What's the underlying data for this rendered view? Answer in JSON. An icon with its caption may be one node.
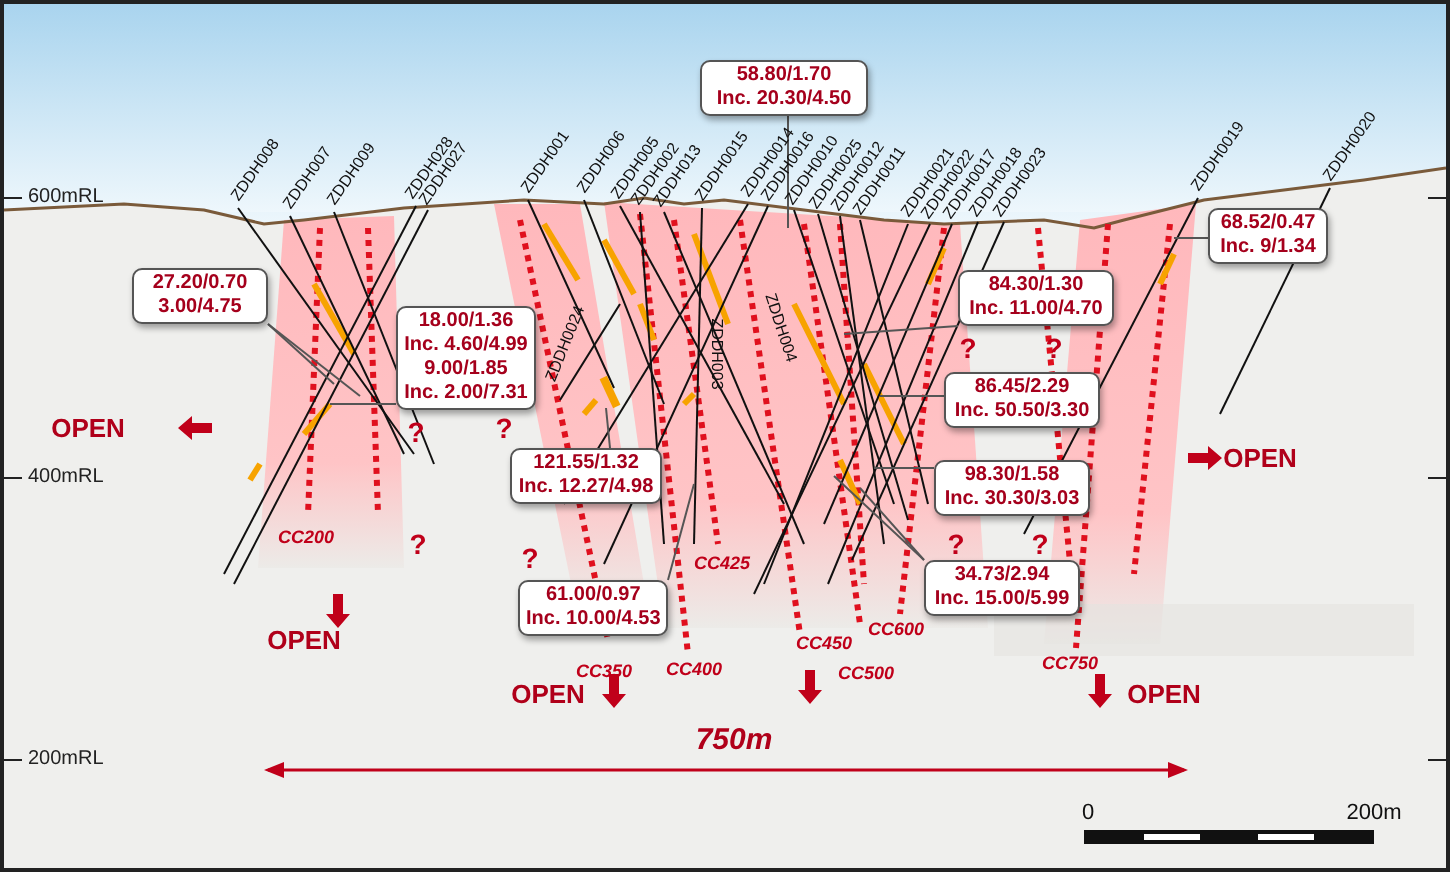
{
  "diagram": {
    "nodes": [
      {
        "text": [
          "58.80/1.70",
          "Inc. 20.30/4.50"
        ]
      },
      {
        "text": [
          "27.20/0.70",
          "3.00/4.75"
        ]
      },
      {
        "text": [
          "68.52/0.47",
          "Inc. 9/1.34"
        ]
      },
      {
        "text": [
          "84.30/1.30",
          "Inc. 11.00/4.70"
        ]
      },
      {
        "text": [
          "18.00/1.36",
          "Inc. 4.60/4.99",
          "9.00/1.85",
          "Inc. 2.00/7.31"
        ]
      },
      {
        "text": [
          "86.45/2.29",
          "Inc. 50.50/3.30"
        ]
      },
      {
        "text": [
          "121.55/1.32",
          "Inc. 12.27/4.98"
        ]
      },
      {
        "text": [
          "98.30/1.58",
          "Inc. 30.30/3.03"
        ]
      },
      {
        "text": [
          "34.73/2.94",
          "Inc. 15.00/5.99"
        ]
      },
      {
        "text": [
          "61.00/0.97",
          "Inc. 10.00/4.53"
        ]
      },
      {
        "text": [],
        "shape": "bar"
      }
    ],
    "edges": [
      {
        "from": 1,
        "to": null,
        "arrow": "none"
      },
      {
        "from": 1,
        "to": null,
        "arrow": "none"
      },
      {
        "from": 0,
        "to": null,
        "arrow": "none"
      },
      {
        "from": 2,
        "to": null,
        "arrow": "none"
      },
      {
        "from": 3,
        "to": null,
        "arrow": "none"
      },
      {
        "from": 4,
        "to": null,
        "arrow": "none"
      },
      {
        "from": 5,
        "to": null,
        "arrow": "none"
      },
      {
        "from": 6,
        "to": 10,
        "arrow": "none"
      },
      {
        "from": 7,
        "to": null,
        "arrow": "none"
      },
      {
        "from": 8,
        "to": null,
        "arrow": "none"
      },
      {
        "from": 8,
        "to": null,
        "arrow": "none"
      },
      {
        "from": 9,
        "to": null,
        "arrow": "none"
      }
    ],
    "labels": [
      "600mRL",
      "ZDDH008",
      "ZDDH007",
      "ZDDH009",
      "ZDDH028",
      "ZDDH027",
      "ZDDH001",
      "ZDDH006",
      "ZDDH005",
      "ZDDH002",
      "ZDDH013",
      "ZDDH0015",
      "ZDDH0014",
      "ZDDH0016",
      "ZDDH0010",
      "ZDDH0025",
      "ZDDH0012",
      "ZDDH0011",
      "ZDDH0021",
      "ZDDH0022",
      "ZDDH0017",
      "ZDDH0018",
      "ZDDH0023",
      "ZDDH0019",
      "ZDDH0020",
      "ZDDH0024",
      "ZDDH003",
      "ZDDH004",
      "?",
      "?",
      "OPEN",
      "?",
      "?",
      "OPEN",
      "400mRL",
      "?",
      "?",
      "?",
      "?",
      "CC200",
      "CC425",
      "CC600",
      "CC450",
      "OPEN",
      "CC350",
      "CC750",
      "CC400",
      "CC500",
      "OPEN",
      "OPEN",
      "750m",
      "200mRL",
      "0",
      "200m"
    ]
  }
}
